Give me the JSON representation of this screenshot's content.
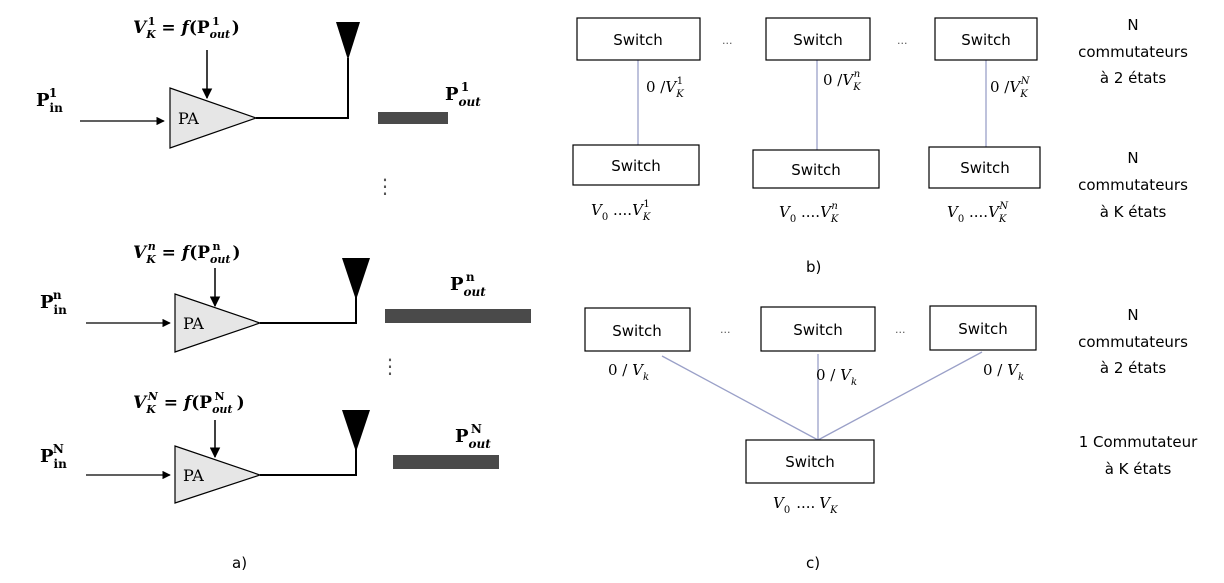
{
  "panel_a": {
    "caption": "a)",
    "pa_label": "PA",
    "stages": [
      {
        "voltage": {
          "sup": "1",
          "sub": "K",
          "out_sup": "1",
          "out_sub": "out"
        },
        "p_in": {
          "base": "P",
          "sup": "1",
          "sub": "in"
        },
        "p_out": {
          "base": "P",
          "sup": "1",
          "sub": "out"
        }
      },
      {
        "voltage": {
          "sup": "n",
          "sub": "K",
          "out_sup": "n",
          "out_sub": "out"
        },
        "p_in": {
          "base": "P",
          "sup": "n",
          "sub": "in"
        },
        "p_out": {
          "base": "P",
          "sup": "n",
          "sub": "out"
        }
      },
      {
        "voltage": {
          "sup": "N",
          "sub": "K",
          "out_sup": "N",
          "out_sub": "out"
        },
        "p_in": {
          "base": "P",
          "sup": "N",
          "sub": "in"
        },
        "p_out": {
          "base": "P",
          "sup": "N",
          "sub": "out"
        }
      }
    ],
    "dots": [
      "⋮",
      "⋮"
    ]
  },
  "panel_b": {
    "caption": "b)",
    "switch_label": "Switch",
    "ellipsis": "...",
    "top_voltages": [
      {
        "prefix": "0 /",
        "sup": "1"
      },
      {
        "prefix": "0 /",
        "sup": "n"
      },
      {
        "prefix": "0 /",
        "sup": "N"
      }
    ],
    "bottom_ranges": [
      {
        "sup": "1"
      },
      {
        "sup": "n"
      },
      {
        "sup": "N"
      }
    ],
    "label_top": [
      "N",
      "commutateurs",
      "à 2 états"
    ],
    "label_bottom": [
      "N",
      "commutateurs",
      "à K états"
    ]
  },
  "panel_c": {
    "caption": "c)",
    "switch_label": "Switch",
    "ellipsis": "...",
    "top_voltages": [
      "0 / ",
      "0 / ",
      "0 / "
    ],
    "bottom_range": "....",
    "label_top": [
      "N",
      "commutateurs",
      "à 2 états"
    ],
    "label_bottom": [
      "1 Commutateur",
      "à K états"
    ]
  },
  "colors": {
    "line": "#000000",
    "pa_fill": "#e6e6e6",
    "bar": "#4a4a4a",
    "connector": "#9aa0c8",
    "box_border": "#000000"
  }
}
